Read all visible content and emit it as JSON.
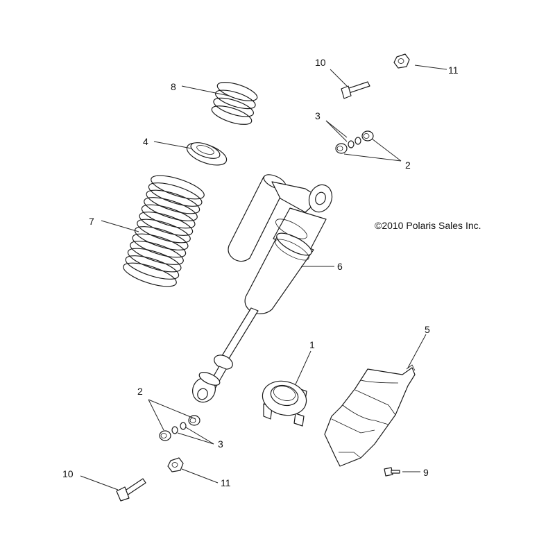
{
  "copyright": "©2010 Polaris Sales Inc.",
  "callouts": [
    {
      "id": "1-shock",
      "label": "1"
    },
    {
      "id": "2-upper",
      "label": "2"
    },
    {
      "id": "2-lower",
      "label": "2"
    },
    {
      "id": "3-upper",
      "label": "3"
    },
    {
      "id": "3-lower",
      "label": "3"
    },
    {
      "id": "4",
      "label": "4"
    },
    {
      "id": "5",
      "label": "5"
    },
    {
      "id": "6",
      "label": "6"
    },
    {
      "id": "7",
      "label": "7"
    },
    {
      "id": "8",
      "label": "8"
    },
    {
      "id": "9",
      "label": "9"
    },
    {
      "id": "10-upper",
      "label": "10"
    },
    {
      "id": "10-lower",
      "label": "10"
    },
    {
      "id": "11-upper",
      "label": "11"
    },
    {
      "id": "11-lower",
      "label": "11"
    }
  ],
  "colors": {
    "ink": "#1a1a1a",
    "background": "#ffffff"
  }
}
